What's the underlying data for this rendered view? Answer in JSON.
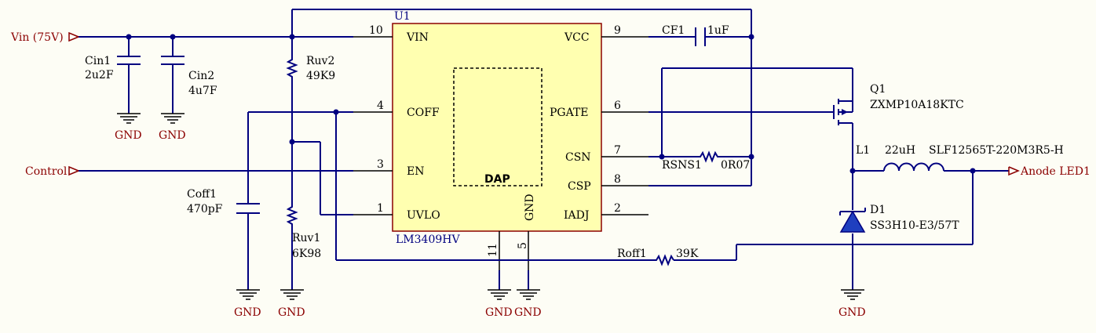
{
  "ic": {
    "ref": "U1",
    "part": "LM3409HV",
    "pins": {
      "vin": {
        "num": "10",
        "name": "VIN"
      },
      "coff": {
        "num": "4",
        "name": "COFF"
      },
      "en": {
        "num": "3",
        "name": "EN"
      },
      "uvlo": {
        "num": "1",
        "name": "UVLO"
      },
      "vcc": {
        "num": "9",
        "name": "VCC"
      },
      "pgate": {
        "num": "6",
        "name": "PGATE"
      },
      "csn": {
        "num": "7",
        "name": "CSN"
      },
      "csp": {
        "num": "8",
        "name": "CSP"
      },
      "iadj": {
        "num": "2",
        "name": "IADJ"
      },
      "dap": {
        "num": "11",
        "name": "DAP"
      },
      "gnd": {
        "num": "5",
        "name": "GND"
      }
    }
  },
  "ports": {
    "vin": "Vin (75V)",
    "control": "Control",
    "anode": "Anode LED1"
  },
  "components": {
    "cin1": {
      "ref": "Cin1",
      "value": "2u2F"
    },
    "cin2": {
      "ref": "Cin2",
      "value": "4u7F"
    },
    "ruv2": {
      "ref": "Ruv2",
      "value": "49K9"
    },
    "ruv1": {
      "ref": "Ruv1",
      "value": "6K98"
    },
    "coff1": {
      "ref": "Coff1",
      "value": "470pF"
    },
    "cf1": {
      "ref": "CF1",
      "value": "1uF"
    },
    "rsns1": {
      "ref": "RSNS1",
      "value": "0R07"
    },
    "q1": {
      "ref": "Q1",
      "value": "ZXMP10A18KTC"
    },
    "l1": {
      "ref": "L1",
      "value": "22uH",
      "part": "SLF12565T-220M3R5-H"
    },
    "d1": {
      "ref": "D1",
      "value": "SS3H10-E3/57T"
    },
    "roff1": {
      "ref": "Roff1",
      "value": "39K"
    }
  },
  "gnd_label": "GND",
  "colors": {
    "wire": "#000080",
    "port": "#8b0000",
    "ic_fill": "#ffffb0",
    "background": "#fdfdf5"
  }
}
